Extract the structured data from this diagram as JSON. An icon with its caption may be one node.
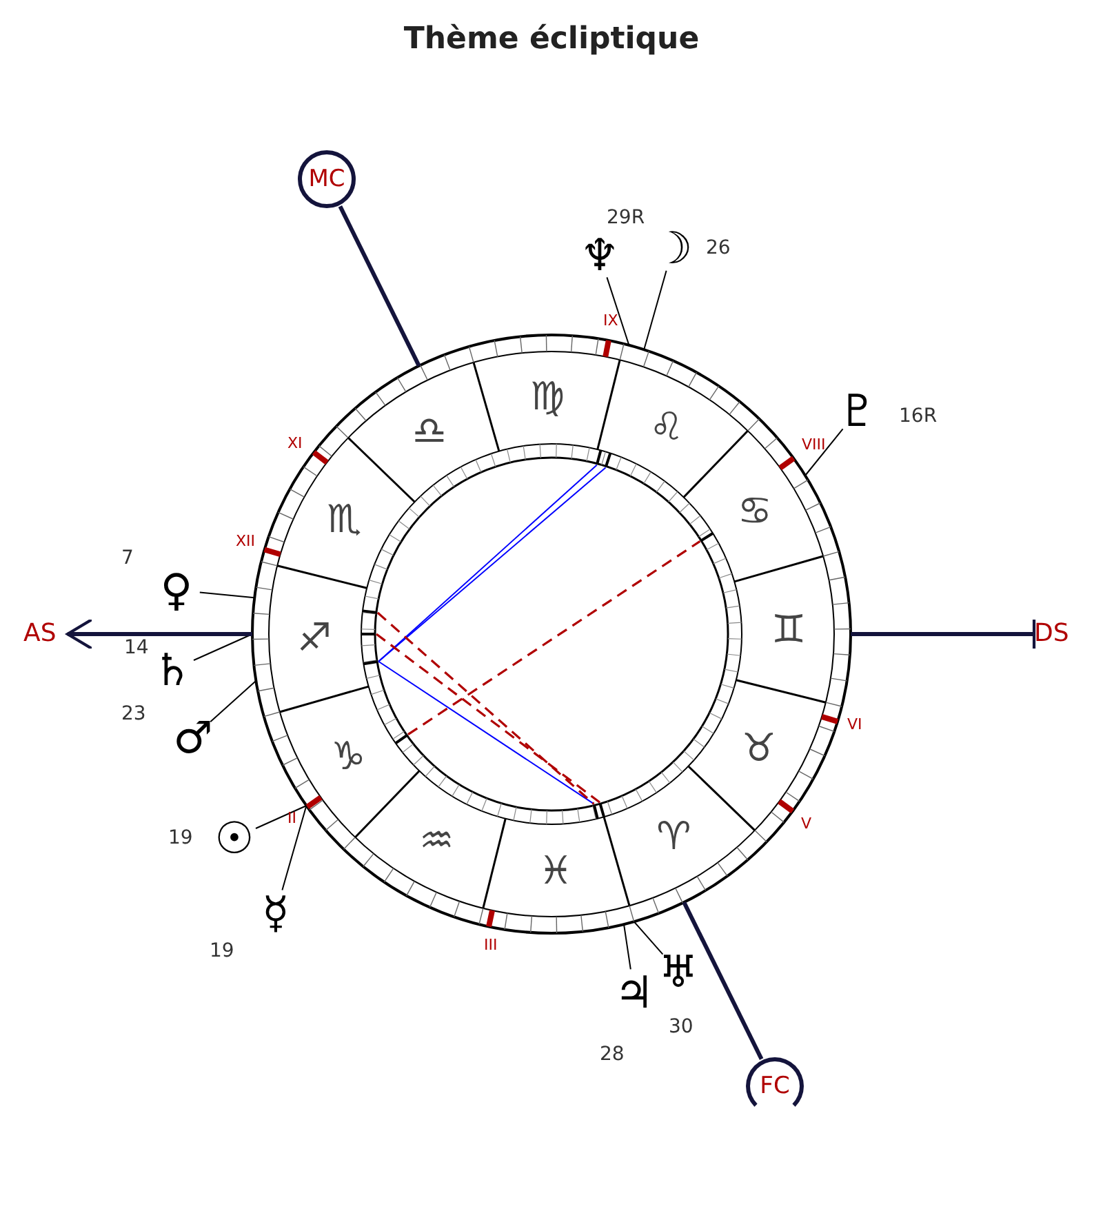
{
  "diagram": {
    "title": "Thème écliptique",
    "nodes": [
      {
        "text": [
          "MC"
        ]
      },
      {
        "text": [
          "♆"
        ],
        "beside": [
          "29R"
        ]
      },
      {
        "text": [
          "☽"
        ],
        "beside": [
          "26"
        ]
      },
      {
        "text": [
          "♇"
        ],
        "beside": [
          "16R"
        ]
      },
      {
        "text": [
          "♀"
        ],
        "beside": [
          "7"
        ]
      },
      {
        "text": [
          "AS"
        ]
      },
      {
        "text": [
          "♄"
        ],
        "beside": [
          "14"
        ]
      },
      {
        "text": [
          "♂"
        ],
        "beside": [
          "23"
        ]
      },
      {
        "text": [
          "DS"
        ]
      },
      {
        "text": [],
        "shape": "circle"
      },
      {
        "text": [
          "☉"
        ],
        "beside": [
          "19"
        ]
      },
      {
        "text": [
          "☿"
        ],
        "beside": [
          "19"
        ]
      },
      {
        "text": [
          "♃"
        ],
        "beside": [
          "28"
        ]
      },
      {
        "text": [
          "♅"
        ],
        "beside": [
          "30"
        ]
      },
      {
        "text": [
          "FC"
        ]
      }
    ],
    "edges": [
      {
        "from": 1,
        "to": 9,
        "arrow": "none"
      },
      {
        "from": 2,
        "to": 9,
        "arrow": "none"
      },
      {
        "from": 3,
        "to": 9,
        "arrow": "none"
      },
      {
        "from": 4,
        "to": 9,
        "arrow": "none"
      },
      {
        "from": 6,
        "to": 9,
        "arrow": "none"
      },
      {
        "from": 7,
        "to": 9,
        "arrow": "none"
      },
      {
        "from": 10,
        "to": 9,
        "arrow": "none"
      },
      {
        "from": 11,
        "to": 9,
        "arrow": "none"
      },
      {
        "from": 12,
        "to": 9,
        "arrow": "none"
      },
      {
        "from": 13,
        "to": 9,
        "arrow": "none"
      },
      {
        "from": 9,
        "to": 0,
        "arrow": "none",
        "style": "thick",
        "color": "#14143c"
      },
      {
        "from": 9,
        "to": 5,
        "arrow": "to",
        "style": "thick",
        "color": "#14143c"
      },
      {
        "from": 9,
        "to": 8,
        "arrow": "other",
        "style": "thick",
        "color": "#14143c"
      },
      {
        "from": 9,
        "to": 14,
        "arrow": "none",
        "style": "thick",
        "color": "#14143c"
      }
    ],
    "labels": [
      "IX",
      "♍",
      "♌",
      "XI",
      "♎",
      "VIII",
      "♋",
      "XII",
      "♏",
      "♊",
      "♐",
      "VI",
      "♑",
      "♉",
      "V",
      "♈",
      "II",
      "♒",
      "♓",
      "III"
    ]
  }
}
